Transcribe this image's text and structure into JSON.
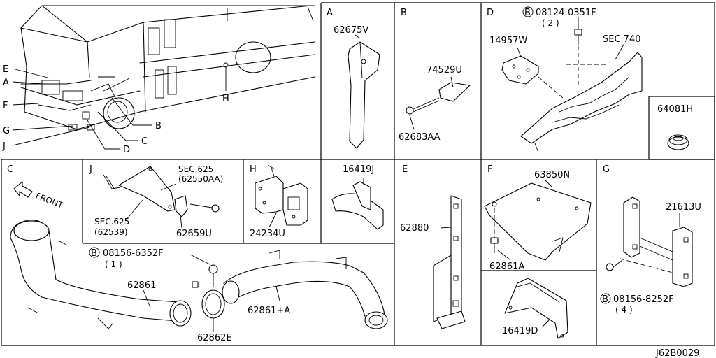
{
  "panels": {
    "vehicle": {
      "callouts": [
        "E",
        "A",
        "F",
        "G",
        "J",
        "H",
        "B",
        "C",
        "D"
      ]
    },
    "A": {
      "letter": "A",
      "parts": [
        "62675V"
      ]
    },
    "B": {
      "letter": "B",
      "parts": [
        "74529U",
        "62683AA"
      ]
    },
    "D": {
      "letter": "D",
      "bolt_prefix": "B",
      "bolt_part": "08124-0351F",
      "bolt_qty": "( 2 )",
      "parts": [
        "14957W",
        "SEC.740"
      ]
    },
    "box_64081H": {
      "parts": [
        "64081H"
      ]
    },
    "C": {
      "letter": "C",
      "front_label": "FRONT",
      "bolt_prefix": "B",
      "bolt_part": "08156-6352F",
      "bolt_qty": "( 1 )",
      "parts": [
        "62861",
        "62862E",
        "62861+A"
      ]
    },
    "J": {
      "letter": "J",
      "sec_a": "SEC.625",
      "sec_a_part": "(62550AA)",
      "sec_b": "SEC.625",
      "sec_b_part": "(62539)",
      "parts": [
        "62659U"
      ]
    },
    "H": {
      "letter": "H",
      "parts": [
        "24234U"
      ]
    },
    "box_16419J": {
      "parts": [
        "16419J"
      ]
    },
    "E": {
      "letter": "E",
      "parts": [
        "62880"
      ]
    },
    "F": {
      "letter": "F",
      "parts": [
        "63850N",
        "62861A"
      ]
    },
    "box_16419D": {
      "parts": [
        "16419D"
      ]
    },
    "G": {
      "letter": "G",
      "bolt_prefix": "B",
      "bolt_part": "08156-8252F",
      "bolt_qty": "( 4 )",
      "parts": [
        "21613U"
      ]
    }
  },
  "diagram_code": "J62B0029"
}
